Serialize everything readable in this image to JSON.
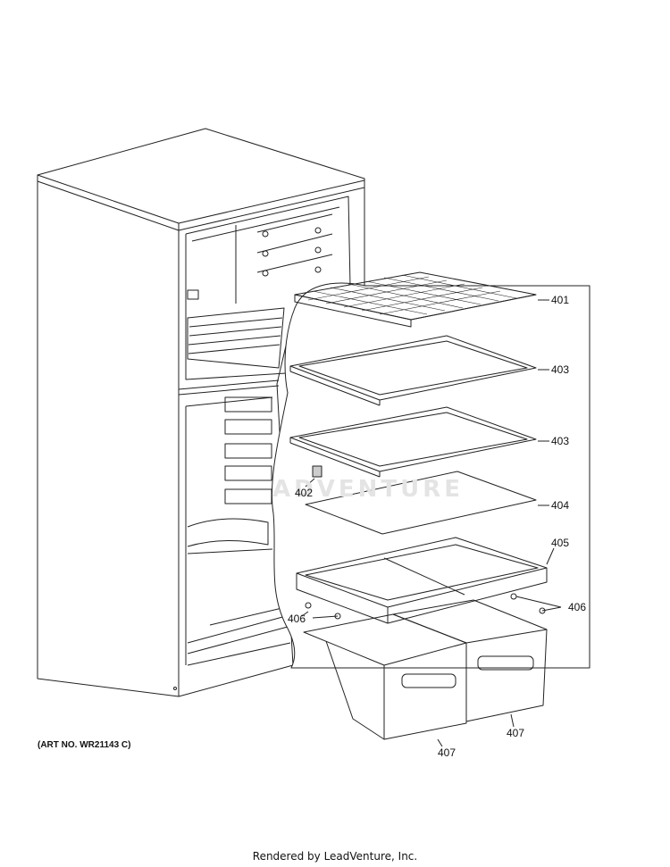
{
  "callouts": {
    "c401": "401",
    "c403a": "403",
    "c403b": "403",
    "c402": "402",
    "c404": "404",
    "c405": "405",
    "c406a": "406",
    "c406b": "406",
    "c407a": "407",
    "c407b": "407"
  },
  "art_number": "(ART NO. WR21143 C)",
  "watermark": "ADVENTURE",
  "footer": "Rendered by LeadVenture, Inc.",
  "colors": {
    "line": "#222222",
    "watermark": "#e4e4e4"
  }
}
